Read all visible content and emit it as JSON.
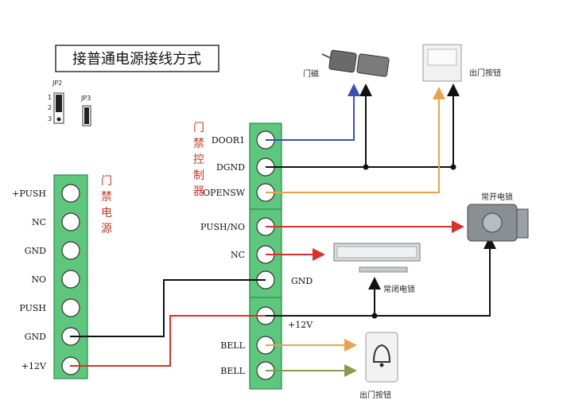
{
  "title": "接普通电源接线方式",
  "jumpers": {
    "jp2": "JP2",
    "jp3": "JP3",
    "pins": [
      "1",
      "2",
      "3"
    ]
  },
  "power_supply": {
    "label_chars": [
      "门",
      "禁",
      "电",
      "源"
    ],
    "terminals": [
      "+PUSH",
      "NC",
      "GND",
      "NO",
      "PUSH",
      "GND",
      "+12V"
    ]
  },
  "controller": {
    "label_chars": [
      "门",
      "禁",
      "控",
      "制",
      "器"
    ],
    "terminals_top": [
      "DOOR1",
      "DGND",
      "OPENSW"
    ],
    "terminals_mid": [
      "PUSH/NO",
      "NC",
      "GND"
    ],
    "terminals_bot": [
      "+12V",
      "BELL",
      "BELL"
    ]
  },
  "devices": {
    "door_sensor": "门磁",
    "exit_button_top": "出门按钮",
    "normally_open_lock": "常开电锁",
    "normally_closed_lock": "常闭电锁",
    "exit_button_bottom": "出门按钮"
  },
  "colors": {
    "terminal_green": "#5ec77d",
    "wire_black": "#111111",
    "wire_red": "#d9302a",
    "wire_blue": "#3a4fb0",
    "wire_orange": "#e8a24b",
    "wire_olive": "#8a9a4a"
  }
}
